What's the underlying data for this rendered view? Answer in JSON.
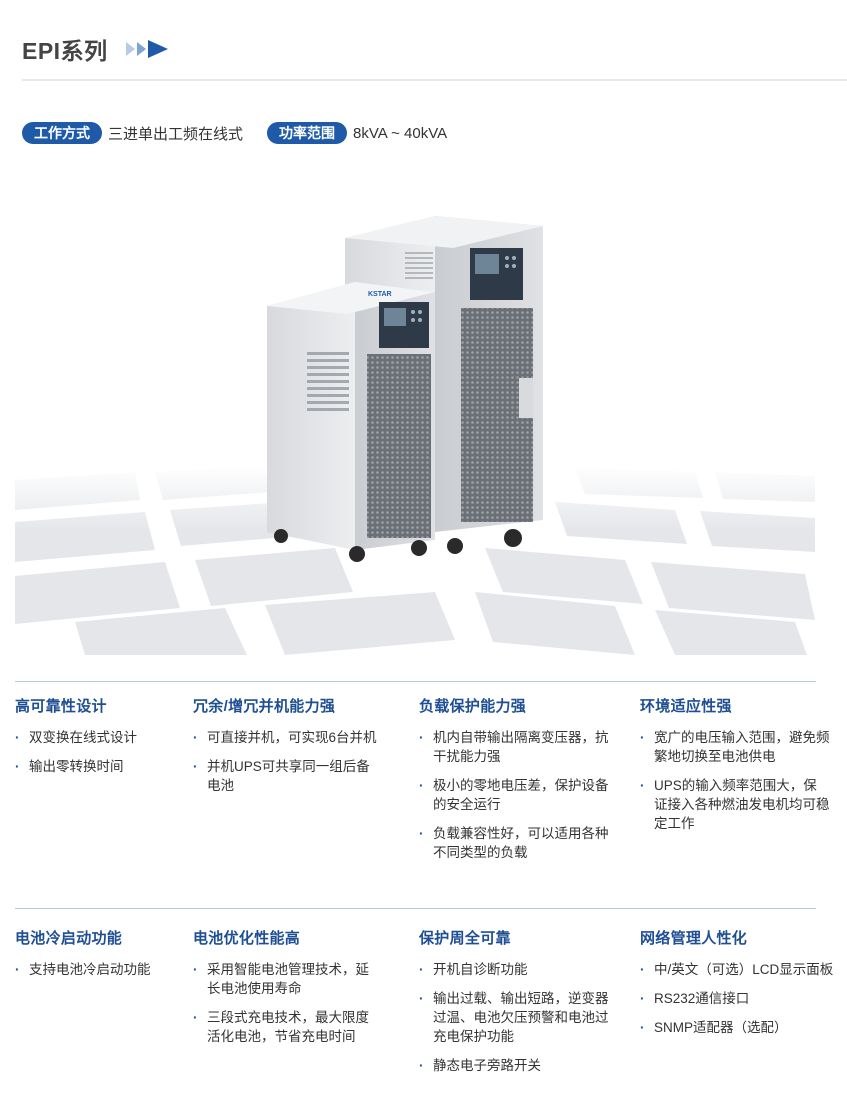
{
  "page": {
    "series_title": "EPI系列",
    "accent": "#1e5aa8",
    "title_color": "#1f4f93"
  },
  "specs": [
    {
      "label": "工作方式",
      "value": "三进单出工频在线式"
    },
    {
      "label": "功率范围",
      "value": "8kVA ~ 40kVA"
    }
  ],
  "hero": {
    "brand": "KSTAR"
  },
  "features_row1": [
    {
      "title": "高可靠性设计",
      "items": [
        "双变换在线式设计",
        "输出零转换时间"
      ]
    },
    {
      "title": "冗余/增冗并机能力强",
      "items": [
        "可直接并机，可实现6台并机",
        "并机UPS可共享同一组后备电池"
      ]
    },
    {
      "title": "负载保护能力强",
      "items": [
        "机内自带输出隔离变压器，抗干扰能力强",
        "极小的零地电压差，保护设备的安全运行",
        "负载兼容性好，可以适用各种不同类型的负载"
      ]
    },
    {
      "title": "环境适应性强",
      "items": [
        "宽广的电压输入范围，避免频繁地切换至电池供电",
        "UPS的输入频率范围大，保证接入各种燃油发电机均可稳定工作"
      ]
    }
  ],
  "features_row2": [
    {
      "title": "电池冷启动功能",
      "items": [
        "支持电池冷启动功能"
      ]
    },
    {
      "title": "电池优化性能高",
      "items": [
        "采用智能电池管理技术，延长电池使用寿命",
        "三段式充电技术，最大限度活化电池，节省充电时间"
      ]
    },
    {
      "title": "保护周全可靠",
      "items": [
        "开机自诊断功能",
        "输出过载、输出短路，逆变器过温、电池欠压预警和电池过充电保护功能",
        "静态电子旁路开关"
      ]
    },
    {
      "title": "网络管理人性化",
      "items": [
        "中/英文（可选）LCD显示面板",
        "RS232通信接口",
        "SNMP适配器（选配）"
      ]
    }
  ]
}
